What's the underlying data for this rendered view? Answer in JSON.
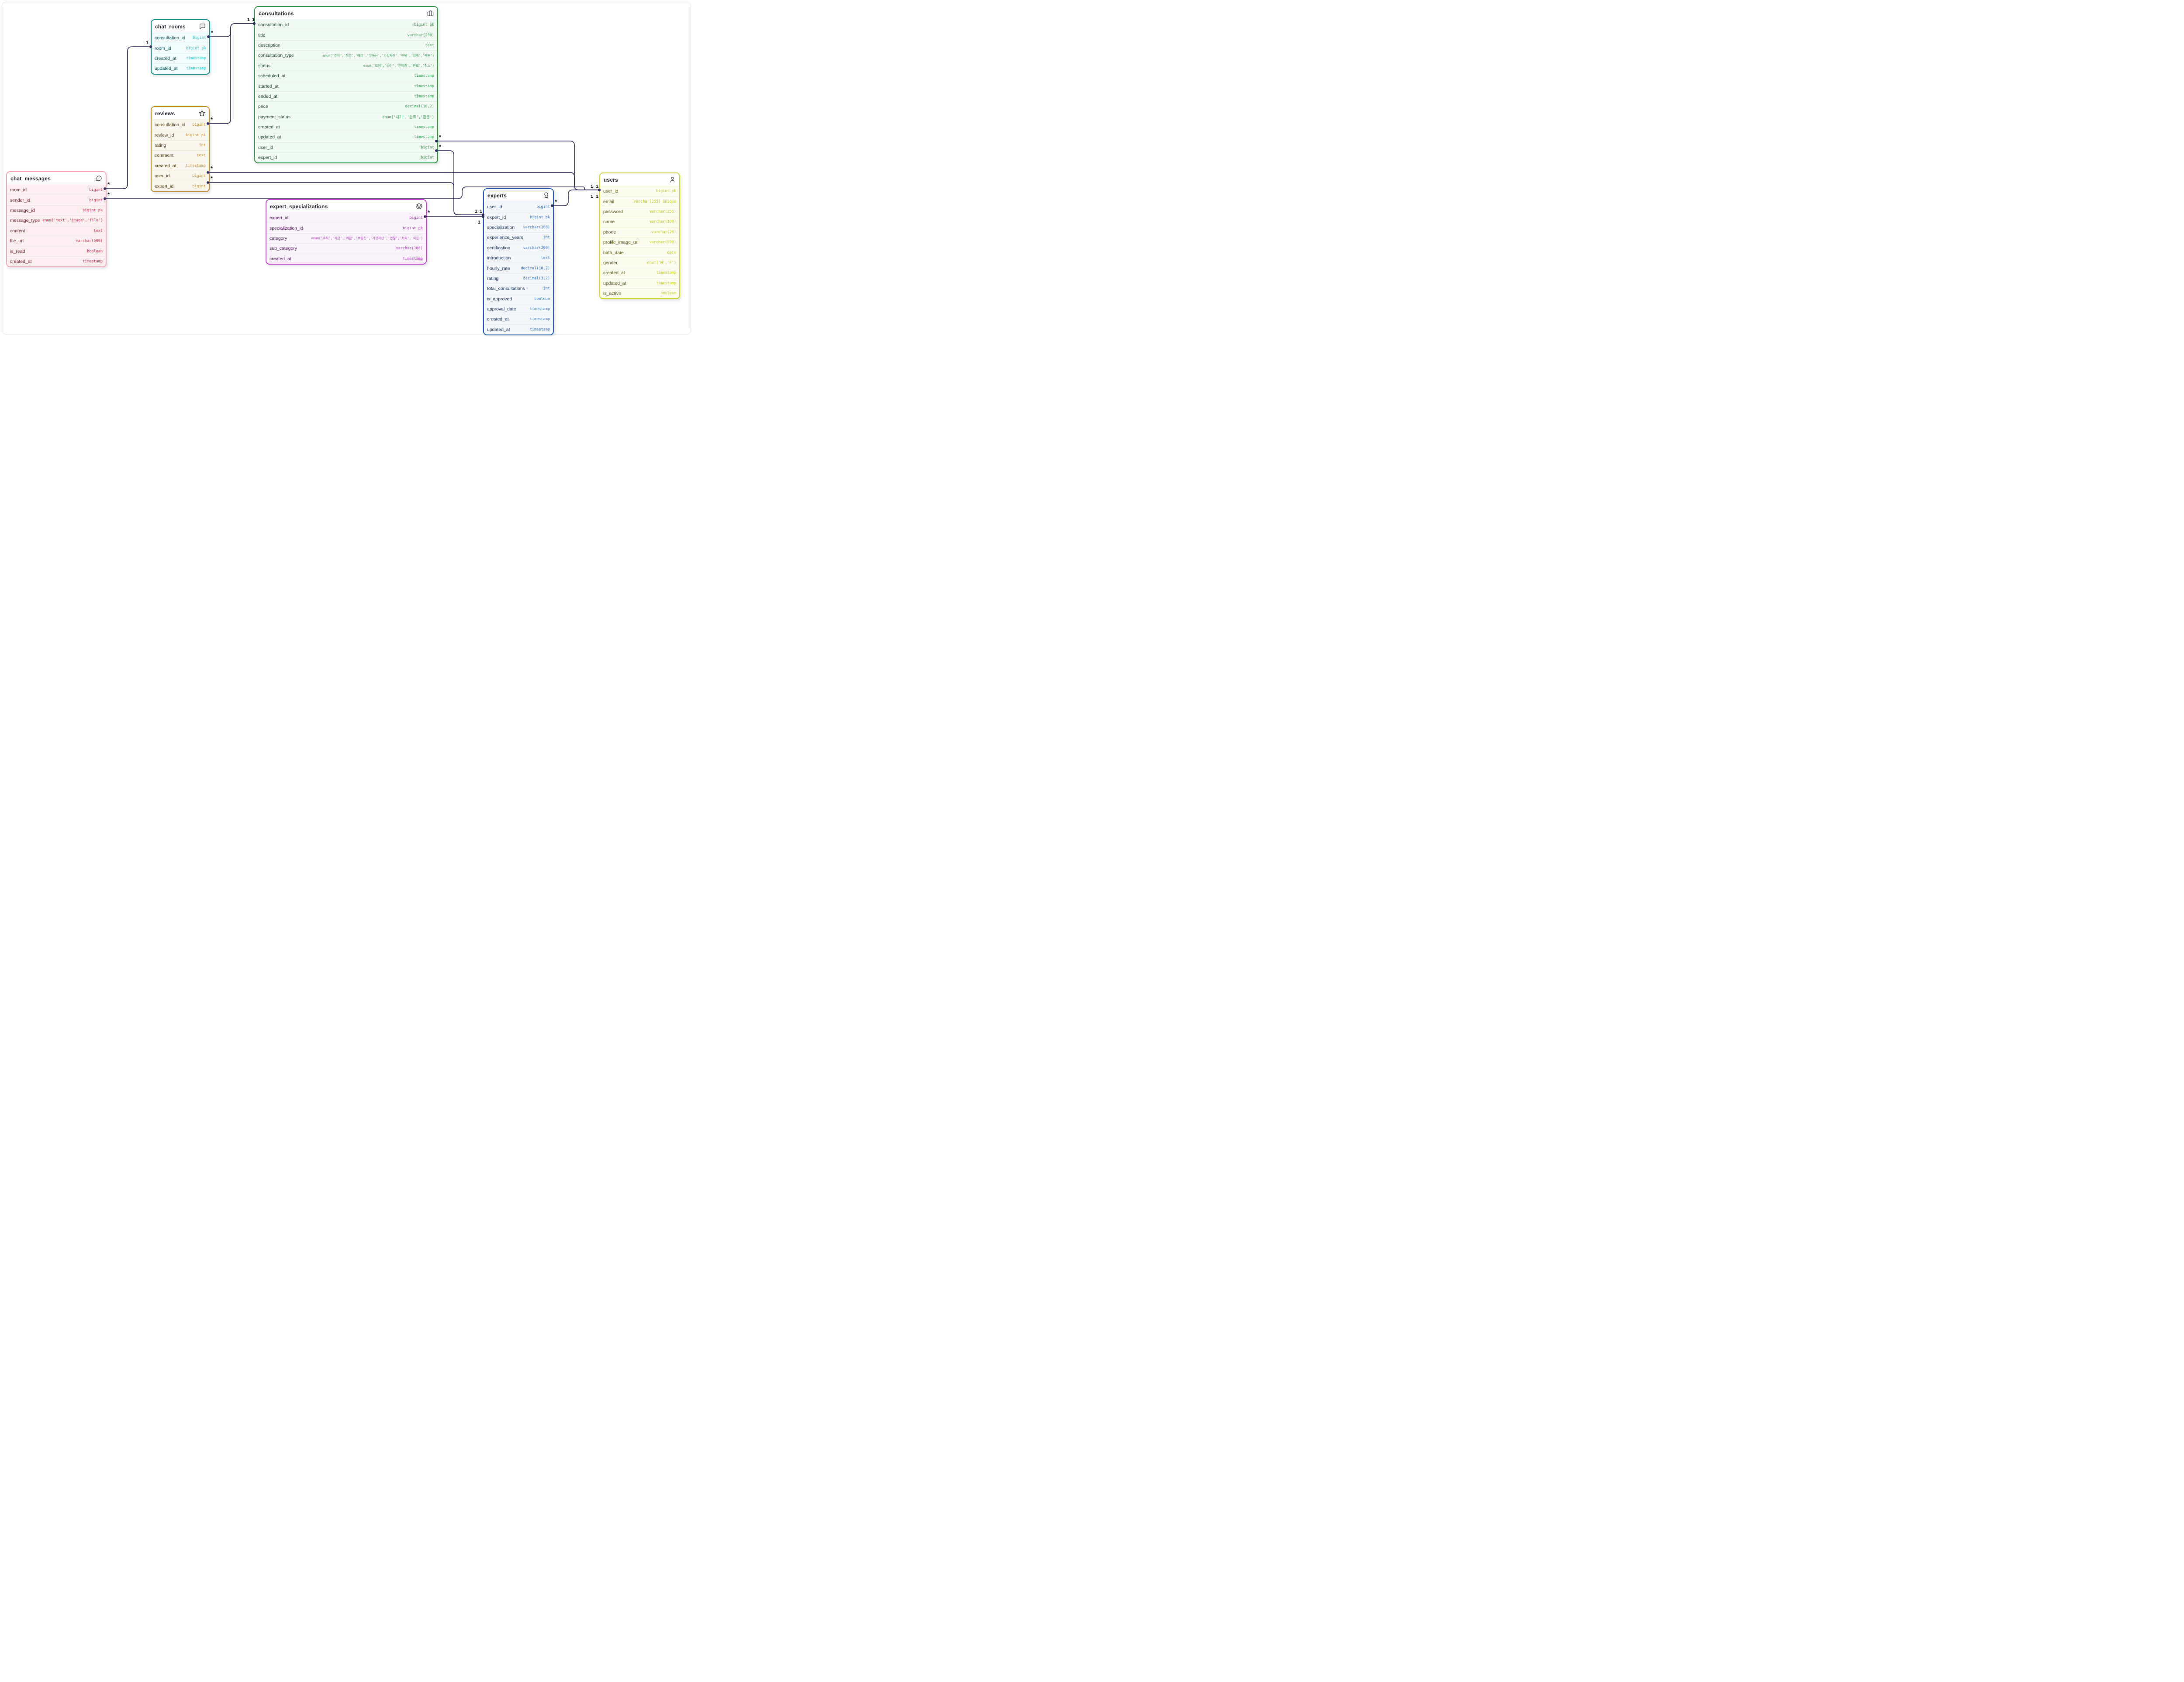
{
  "diagram": {
    "background": "#ffffff",
    "frame_border": "#e4e4ea",
    "connector_color": "#322b63",
    "cardinality_text_color": "#15161a",
    "tables": [
      {
        "name": "chat_rooms",
        "icon": "message-square-icon",
        "colors": {
          "border": "#12918e",
          "name": "#0f5f66",
          "type": "#2ccfe0",
          "row_bg": "#f1fbfc",
          "separator": "#d6f1f4"
        },
        "fields": [
          {
            "name": "consultation_id",
            "type": "bigint"
          },
          {
            "name": "room_id",
            "type": "bigint pk"
          },
          {
            "name": "created_at",
            "type": "timestamp"
          },
          {
            "name": "updated_at",
            "type": "timestamp"
          }
        ]
      },
      {
        "name": "consultations",
        "icon": "briefcase-icon",
        "colors": {
          "border": "#2f9e49",
          "name": "#1c4a2a",
          "type": "#36a356",
          "row_bg": "#f1faf3",
          "separator": "#d7efdc"
        },
        "fields": [
          {
            "name": "consultation_id",
            "type": "bigint pk"
          },
          {
            "name": "title",
            "type": "varchar(200)"
          },
          {
            "name": "description",
            "type": "text"
          },
          {
            "name": "consultation_type",
            "type": "enum('주식','적금','예금','부동산','가상자산','연봉','저축','목돈')"
          },
          {
            "name": "status",
            "type": "enum('요청','승인','진행중','완료','취소')"
          },
          {
            "name": "scheduled_at",
            "type": "timestamp"
          },
          {
            "name": "started_at",
            "type": "timestamp"
          },
          {
            "name": "ended_at",
            "type": "timestamp"
          },
          {
            "name": "price",
            "type": "decimal(10,2)"
          },
          {
            "name": "payment_status",
            "type": "enum('대기','완료','환불')"
          },
          {
            "name": "created_at",
            "type": "timestamp"
          },
          {
            "name": "updated_at",
            "type": "timestamp"
          },
          {
            "name": "user_id",
            "type": "bigint"
          },
          {
            "name": "expert_id",
            "type": "bigint"
          }
        ]
      },
      {
        "name": "reviews",
        "icon": "star-icon",
        "colors": {
          "border": "#cf8c25",
          "name": "#5f4412",
          "type": "#cf9434",
          "row_bg": "#faf6ee",
          "separator": "#f0e4cc"
        },
        "fields": [
          {
            "name": "consultation_id",
            "type": "bigint"
          },
          {
            "name": "review_id",
            "type": "bigint pk"
          },
          {
            "name": "rating",
            "type": "int"
          },
          {
            "name": "comment",
            "type": "text"
          },
          {
            "name": "created_at",
            "type": "timestamp"
          },
          {
            "name": "user_id",
            "type": "bigint"
          },
          {
            "name": "expert_id",
            "type": "bigint"
          }
        ]
      },
      {
        "name": "chat_messages",
        "icon": "message-circle-icon",
        "colors": {
          "border": "#f8a8b8",
          "name": "#6e1f2e",
          "type": "#e62e54",
          "row_bg": "#fdeff1",
          "separator": "#fbdde2"
        },
        "fields": [
          {
            "name": "room_id",
            "type": "bigint"
          },
          {
            "name": "sender_id",
            "type": "bigint"
          },
          {
            "name": "message_id",
            "type": "bigint pk"
          },
          {
            "name": "message_type",
            "type": "enum('text','image','file')"
          },
          {
            "name": "content",
            "type": "text"
          },
          {
            "name": "file_url",
            "type": "varchar(500)"
          },
          {
            "name": "is_read",
            "type": "boolean"
          },
          {
            "name": "created_at",
            "type": "timestamp"
          }
        ]
      },
      {
        "name": "expert_specializations",
        "icon": "layers-icon",
        "colors": {
          "border": "#cb3fd9",
          "name": "#5c1668",
          "type": "#bc3ecb",
          "row_bg": "#fbf3fc",
          "separator": "#f3dcf5"
        },
        "fields": [
          {
            "name": "expert_id",
            "type": "bigint"
          },
          {
            "name": "specialization_id",
            "type": "bigint pk"
          },
          {
            "name": "category",
            "type": "enum('주식','적금','예금','부동산','가상자산','연봉','저축','목돈')"
          },
          {
            "name": "sub_category",
            "type": "varchar(100)"
          },
          {
            "name": "created_at",
            "type": "timestamp"
          }
        ]
      },
      {
        "name": "experts",
        "icon": "award-icon",
        "colors": {
          "border": "#2268d1",
          "name": "#1b3a66",
          "type": "#3379dd",
          "row_bg": "#f3f7fc",
          "separator": "#dfeaf7"
        },
        "fields": [
          {
            "name": "user_id",
            "type": "bigint"
          },
          {
            "name": "expert_id",
            "type": "bigint pk"
          },
          {
            "name": "specialization",
            "type": "varchar(100)"
          },
          {
            "name": "experience_years",
            "type": "int"
          },
          {
            "name": "certification",
            "type": "varchar(200)"
          },
          {
            "name": "introduction",
            "type": "text"
          },
          {
            "name": "hourly_rate",
            "type": "decimal(10,2)"
          },
          {
            "name": "rating",
            "type": "decimal(3,2)"
          },
          {
            "name": "total_consultations",
            "type": "int"
          },
          {
            "name": "is_approved",
            "type": "boolean"
          },
          {
            "name": "approval_date",
            "type": "timestamp"
          },
          {
            "name": "created_at",
            "type": "timestamp"
          },
          {
            "name": "updated_at",
            "type": "timestamp"
          }
        ]
      },
      {
        "name": "users",
        "icon": "user-icon",
        "colors": {
          "border": "#ccd32b",
          "name": "#585c14",
          "type": "#c2cb1e",
          "row_bg": "#fcfcee",
          "separator": "#f1f1cd"
        },
        "fields": [
          {
            "name": "user_id",
            "type": "bigint pk"
          },
          {
            "name": "email",
            "type": "varchar(255) unique"
          },
          {
            "name": "password",
            "type": "varchar(255)"
          },
          {
            "name": "name",
            "type": "varchar(100)"
          },
          {
            "name": "phone",
            "type": "varchar(20)"
          },
          {
            "name": "profile_image_url",
            "type": "varchar(500)"
          },
          {
            "name": "birth_date",
            "type": "date"
          },
          {
            "name": "gender",
            "type": "enum('M','F')"
          },
          {
            "name": "created_at",
            "type": "timestamp"
          },
          {
            "name": "updated_at",
            "type": "timestamp"
          },
          {
            "name": "is_active",
            "type": "boolean"
          }
        ]
      }
    ],
    "relationships": [
      {
        "from": "chat_rooms.consultation_id",
        "to": "consultations.consultation_id",
        "from_card": "*",
        "to_card": "1"
      },
      {
        "from": "reviews.consultation_id",
        "to": "consultations.consultation_id",
        "from_card": "*",
        "to_card": "1"
      },
      {
        "from": "chat_messages.room_id",
        "to": "chat_rooms.room_id",
        "from_card": "*",
        "to_card": "1"
      },
      {
        "from": "chat_messages.sender_id",
        "to": "users.user_id",
        "from_card": "*",
        "to_card": "1"
      },
      {
        "from": "reviews.user_id",
        "to": "users.user_id",
        "from_card": "*",
        "to_card": "1"
      },
      {
        "from": "consultations.user_id",
        "to": "users.user_id",
        "from_card": "*",
        "to_card": "1"
      },
      {
        "from": "experts.user_id",
        "to": "users.user_id",
        "from_card": "*",
        "to_card": "1"
      },
      {
        "from": "consultations.expert_id",
        "to": "experts.expert_id",
        "from_card": "*",
        "to_card": "1"
      },
      {
        "from": "reviews.expert_id",
        "to": "experts.expert_id",
        "from_card": "*",
        "to_card": "1"
      },
      {
        "from": "expert_specializations.expert_id",
        "to": "experts.expert_id",
        "from_card": "*",
        "to_card": "1"
      }
    ]
  }
}
